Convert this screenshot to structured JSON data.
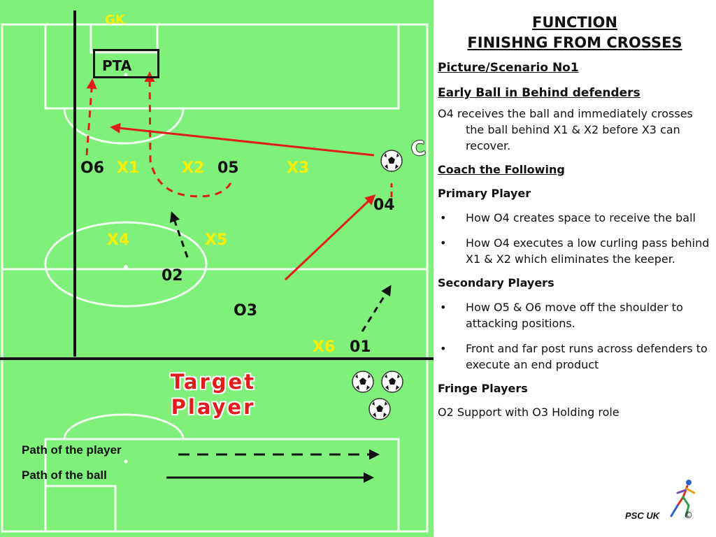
{
  "pitch_labels": {
    "gk": "GK",
    "pta": "PTA",
    "o6": "O6",
    "x1": "X1",
    "x2": "X2",
    "o5": "05",
    "x3": "X3",
    "o4": "04",
    "x4": "X4",
    "x5": "X5",
    "o2": "02",
    "o3": "O3",
    "x6": "X6",
    "o1": "01",
    "target_line1": "Target",
    "target_line2": "Player"
  },
  "legend": {
    "player_path": "Path of the player",
    "ball_path": "Path of the ball"
  },
  "colors": {
    "pitch_green": "#7ff07a",
    "player_path_red": "#e21b1b",
    "line_black": "#111111",
    "attacker_yellow": "#ffee00"
  },
  "panel": {
    "title_line1": "FUNCTION",
    "title_line2": "FINISHNG FROM CROSSES",
    "scenario": "Picture/Scenario No1",
    "subtitle": "Early Ball in Behind defenders",
    "description": "O4 receives the ball and immediately crosses the ball behind X1 & X2 before X3 can recover.",
    "coach": "Coach the Following",
    "primary_heading": "Primary Player",
    "primary_bullets": [
      "How O4 creates space to receive the ball",
      "How O4 executes a low curling pass behind X1 & X2 which eliminates the keeper."
    ],
    "secondary_heading": "Secondary Players",
    "secondary_bullets": [
      "How O5 & O6 move off the shoulder to attacking positions.",
      "Front and far post runs across defenders to execute an end product"
    ],
    "fringe_heading": "Fringe Players",
    "fringe_text": "O2 Support  with O3 Holding role",
    "bullet_symbol": "•"
  },
  "marks": {
    "c_mark": "C",
    "brand": "PSC UK",
    "copyright": "©"
  },
  "icons": [
    "football-icon",
    "runner-logo-icon"
  ]
}
